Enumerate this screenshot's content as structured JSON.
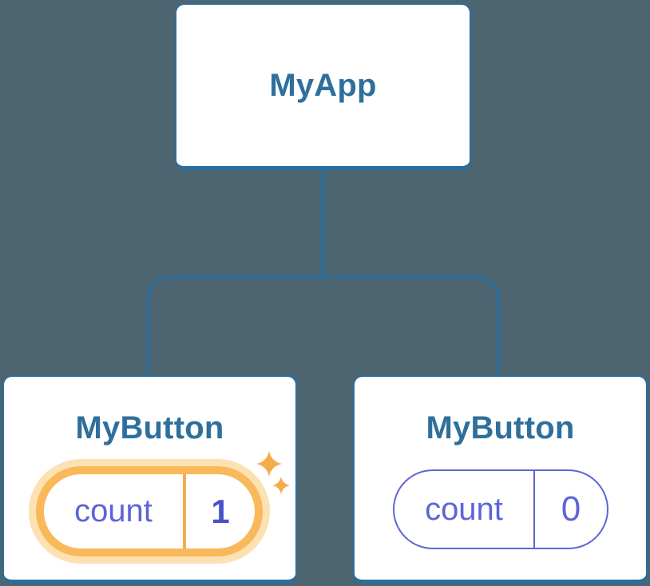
{
  "diagram": {
    "root": {
      "label": "MyApp"
    },
    "children": [
      {
        "label": "MyButton",
        "state": {
          "name": "count",
          "value": "1"
        },
        "active": true
      },
      {
        "label": "MyButton",
        "state": {
          "name": "count",
          "value": "0"
        },
        "active": false
      }
    ]
  },
  "colors": {
    "background": "#4C6571",
    "connector_blue": "#2B6E9E",
    "card_border_blue": "#2B6E9E",
    "card_background": "#FFFFFF",
    "title_blue": "#2F6F9C",
    "state_indigo": "#5D64D8",
    "state_value_indigo_bold": "#4A51C8",
    "highlight_ring_orange": "#F9B85A",
    "highlight_halo_orange": "#FCE1B3",
    "sparkle_orange": "#F6AC4B"
  }
}
